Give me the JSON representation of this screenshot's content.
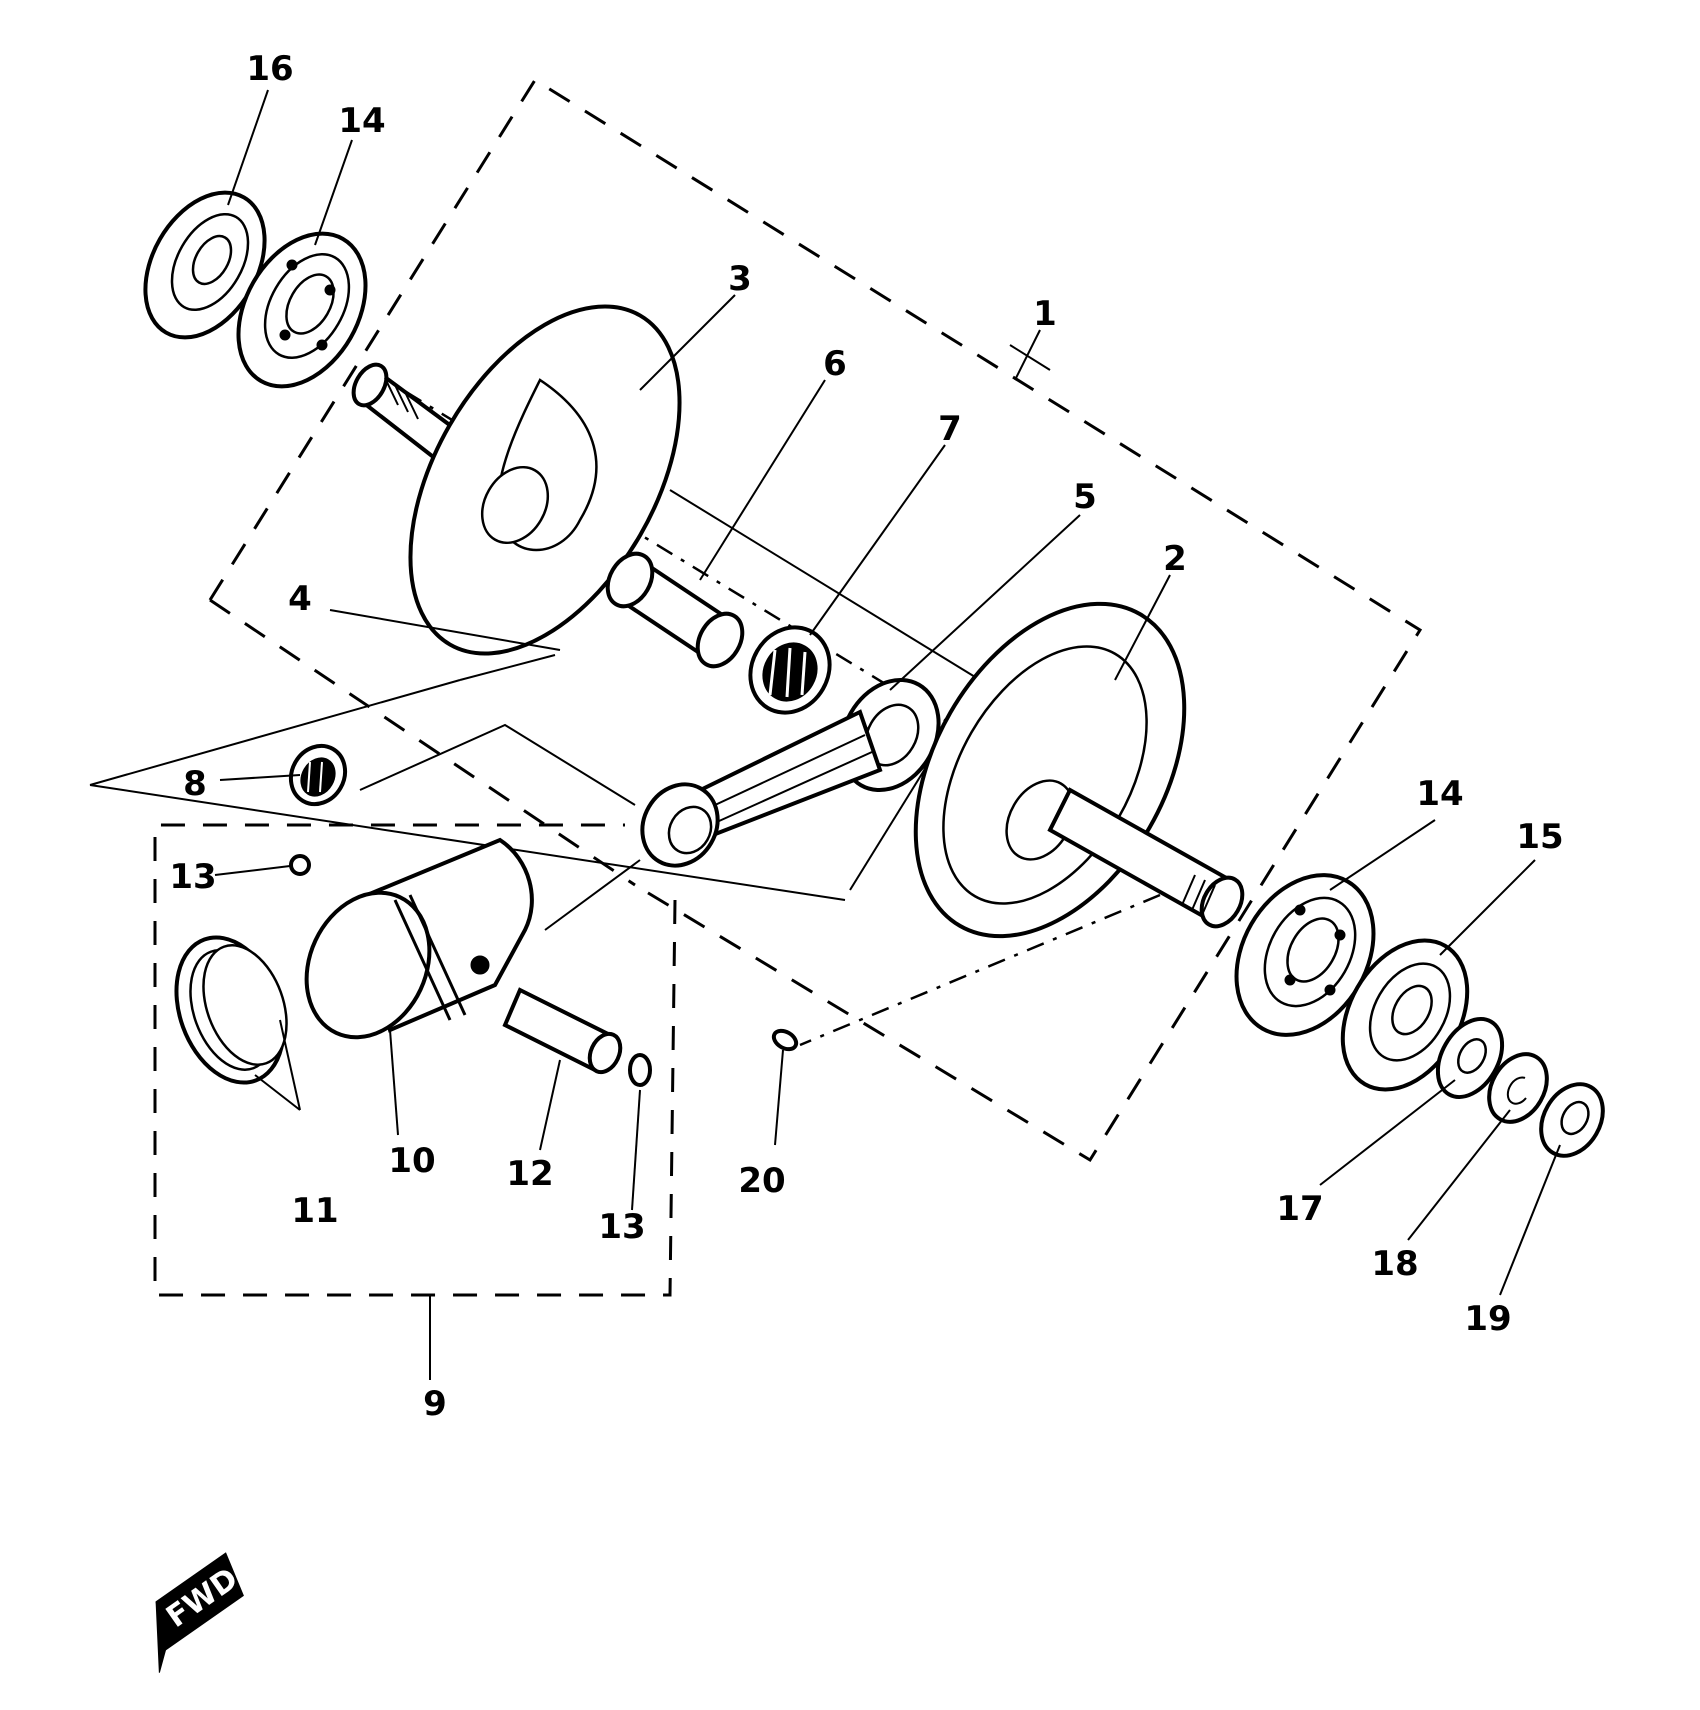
{
  "diagram": {
    "callouts": {
      "c1": "1",
      "c2": "2",
      "c3": "3",
      "c4": "4",
      "c5": "5",
      "c6": "6",
      "c7": "7",
      "c8": "8",
      "c9": "9",
      "c10": "10",
      "c11": "11",
      "c12": "12",
      "c13a": "13",
      "c13b": "13",
      "c14a": "14",
      "c14b": "14",
      "c15": "15",
      "c16": "16",
      "c17": "17",
      "c18": "18",
      "c19": "19",
      "c20": "20"
    },
    "fwd_label": "FWD"
  }
}
